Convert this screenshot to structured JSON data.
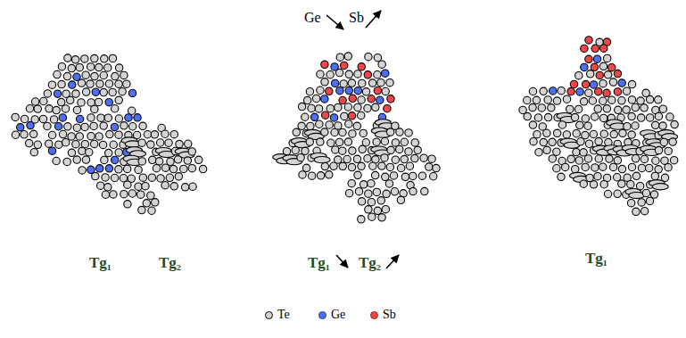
{
  "diagram": {
    "labels": [
      "Ge",
      "Sb",
      "Tg₁",
      "Tg₂",
      "Tg₁",
      "Tg₂",
      "Tg₁"
    ],
    "legend": [
      {
        "text": "Te",
        "color": "#d4d4d4"
      },
      {
        "text": "Ge",
        "color": "#4d6ff2"
      },
      {
        "text": "Sb",
        "color": "#f04848"
      }
    ]
  }
}
